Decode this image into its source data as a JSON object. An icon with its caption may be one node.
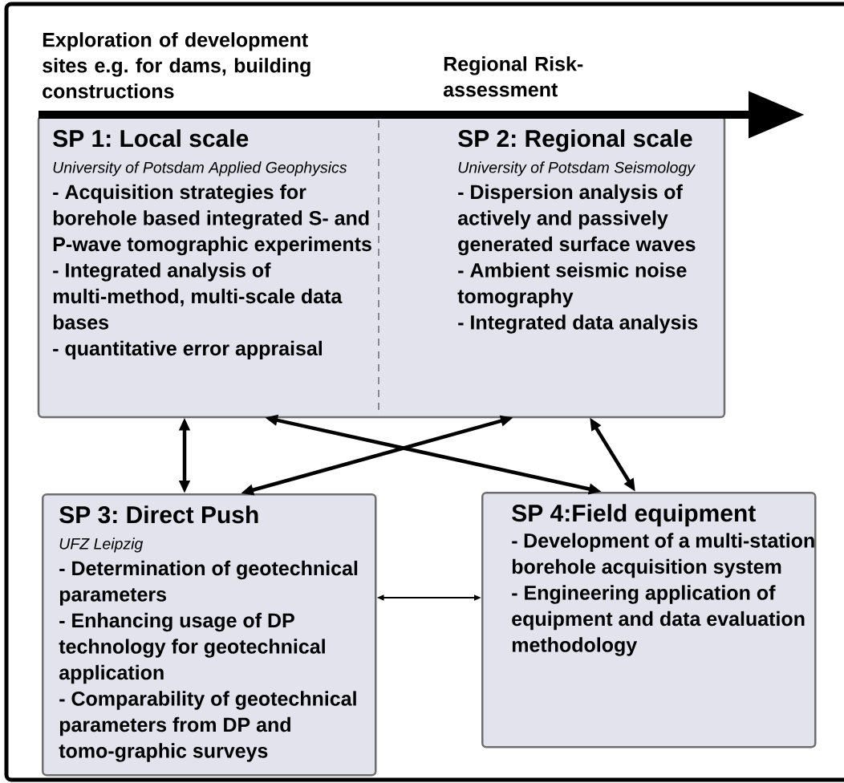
{
  "diagram": {
    "nodes": [
      {
        "text": [
          "SP 1: Local scale",
          "University of Potsdam Applied Geophysics",
          "- Acquisition strategies for borehole based integrated S- and P-wave tomographic experiments",
          "- Integrated analysis of multi-method, multi-scale data bases",
          "- quantitative error appraisal"
        ]
      },
      {
        "text": [
          "SP 2: Regional scale",
          "University of Potsdam Seismology",
          "- Dispersion analysis of actively and passively generated surface waves",
          "- Ambient seismic noise tomography",
          "- Integrated data analysis"
        ]
      },
      {
        "text": [
          "SP 3: Direct Push",
          "UFZ Leipzig",
          "- Determination of geotechnical parameters",
          "- Enhancing usage of DP technology for geotechnical application",
          "- Comparability of geotechnical parameters from DP and tomo-graphic surveys"
        ]
      },
      {
        "text": [
          "SP 4:Field equipment",
          "- Development of a multi-station borehole acquisition system",
          "- Engineering application of equipment and data evaluation methodology"
        ]
      }
    ],
    "edges": [
      {
        "from": 0,
        "to": 2,
        "arrow": "both"
      },
      {
        "from": 0,
        "to": 3,
        "arrow": "both"
      },
      {
        "from": 1,
        "to": 2,
        "arrow": "both"
      },
      {
        "from": 1,
        "to": 3,
        "arrow": "both"
      },
      {
        "from": 2,
        "to": 3,
        "arrow": "both"
      }
    ],
    "labels": [
      "Exploration of development sites e.g. for dams, building constructions",
      "Regional Risk-assessment"
    ]
  }
}
